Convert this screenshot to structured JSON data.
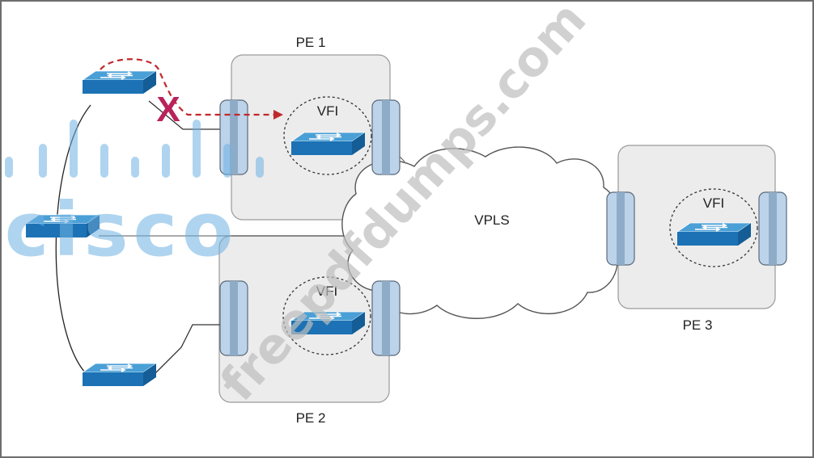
{
  "labels": {
    "pe1": "PE 1",
    "pe2": "PE 2",
    "pe3": "PE 3",
    "vfi1": "VFI",
    "vfi2": "VFI",
    "vfi3": "VFI",
    "cloud": "VPLS",
    "failure_mark": "X"
  },
  "watermark": {
    "brand_text": "cisco",
    "site_text": "freepdfdumps.com"
  },
  "colors": {
    "switch_top": "#4a9fd6",
    "switch_side": "#1c72b4",
    "port_fill": "#bcd3ea",
    "pe_fill": "#ececec",
    "failure_path": "#c0282b",
    "cisco_logo": "#8ec1e6"
  },
  "icons": {
    "switch": "switch-icon",
    "port": "port-interface-icon",
    "cloud": "cloud-icon",
    "failure": "failure-x-icon"
  }
}
